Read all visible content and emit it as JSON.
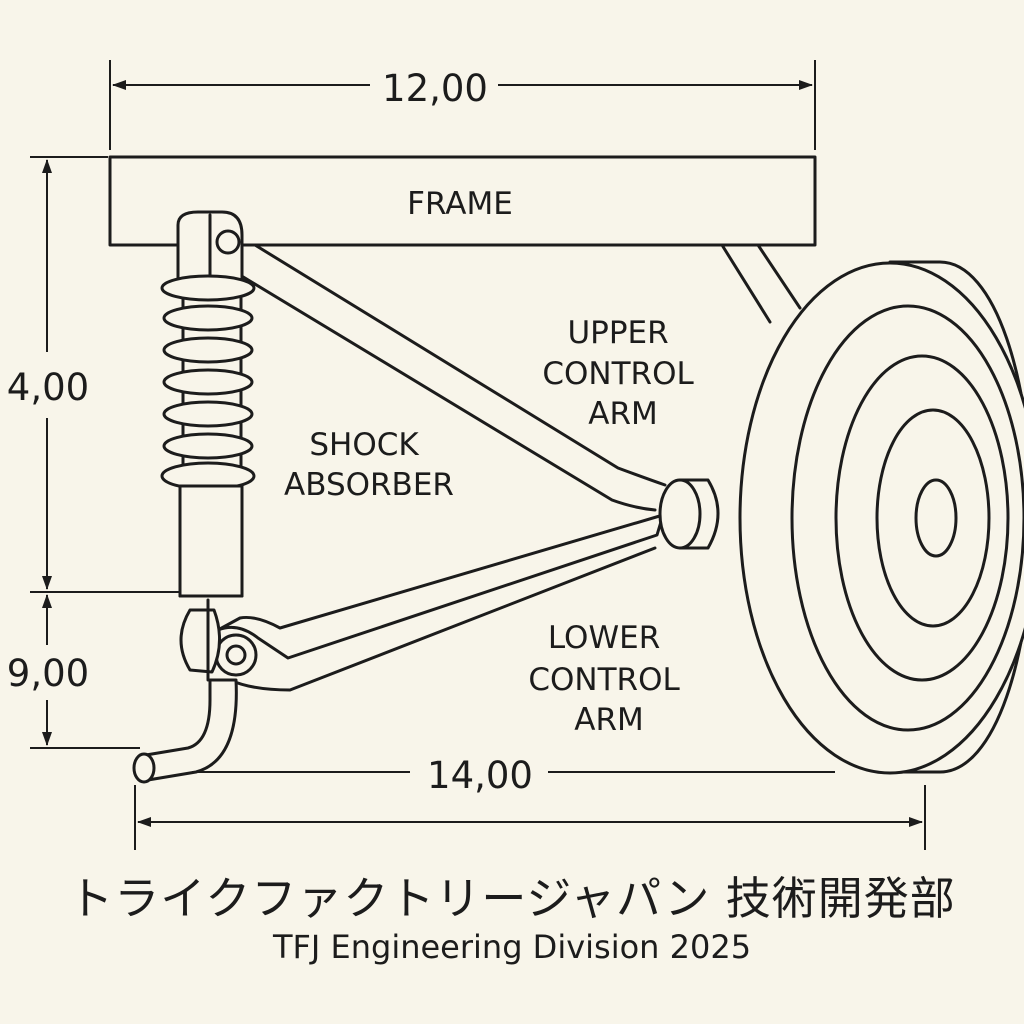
{
  "labels": {
    "frame": "FRAME",
    "upper_arm": [
      "UPPER",
      "CONTROL",
      "ARM"
    ],
    "shock_absorber": [
      "SHOCK",
      "ABSORBER"
    ],
    "lower_arm": [
      "LOWER",
      "CONTROL",
      "ARM"
    ]
  },
  "dimensions": {
    "top_width": "12,00",
    "left_upper": "4,00",
    "left_lower": "9,00",
    "bottom_width": "14,00"
  },
  "footer": {
    "japanese": "トライクファクトリージャパン 技術開発部",
    "english": "TFJ Engineering Division 2025"
  }
}
